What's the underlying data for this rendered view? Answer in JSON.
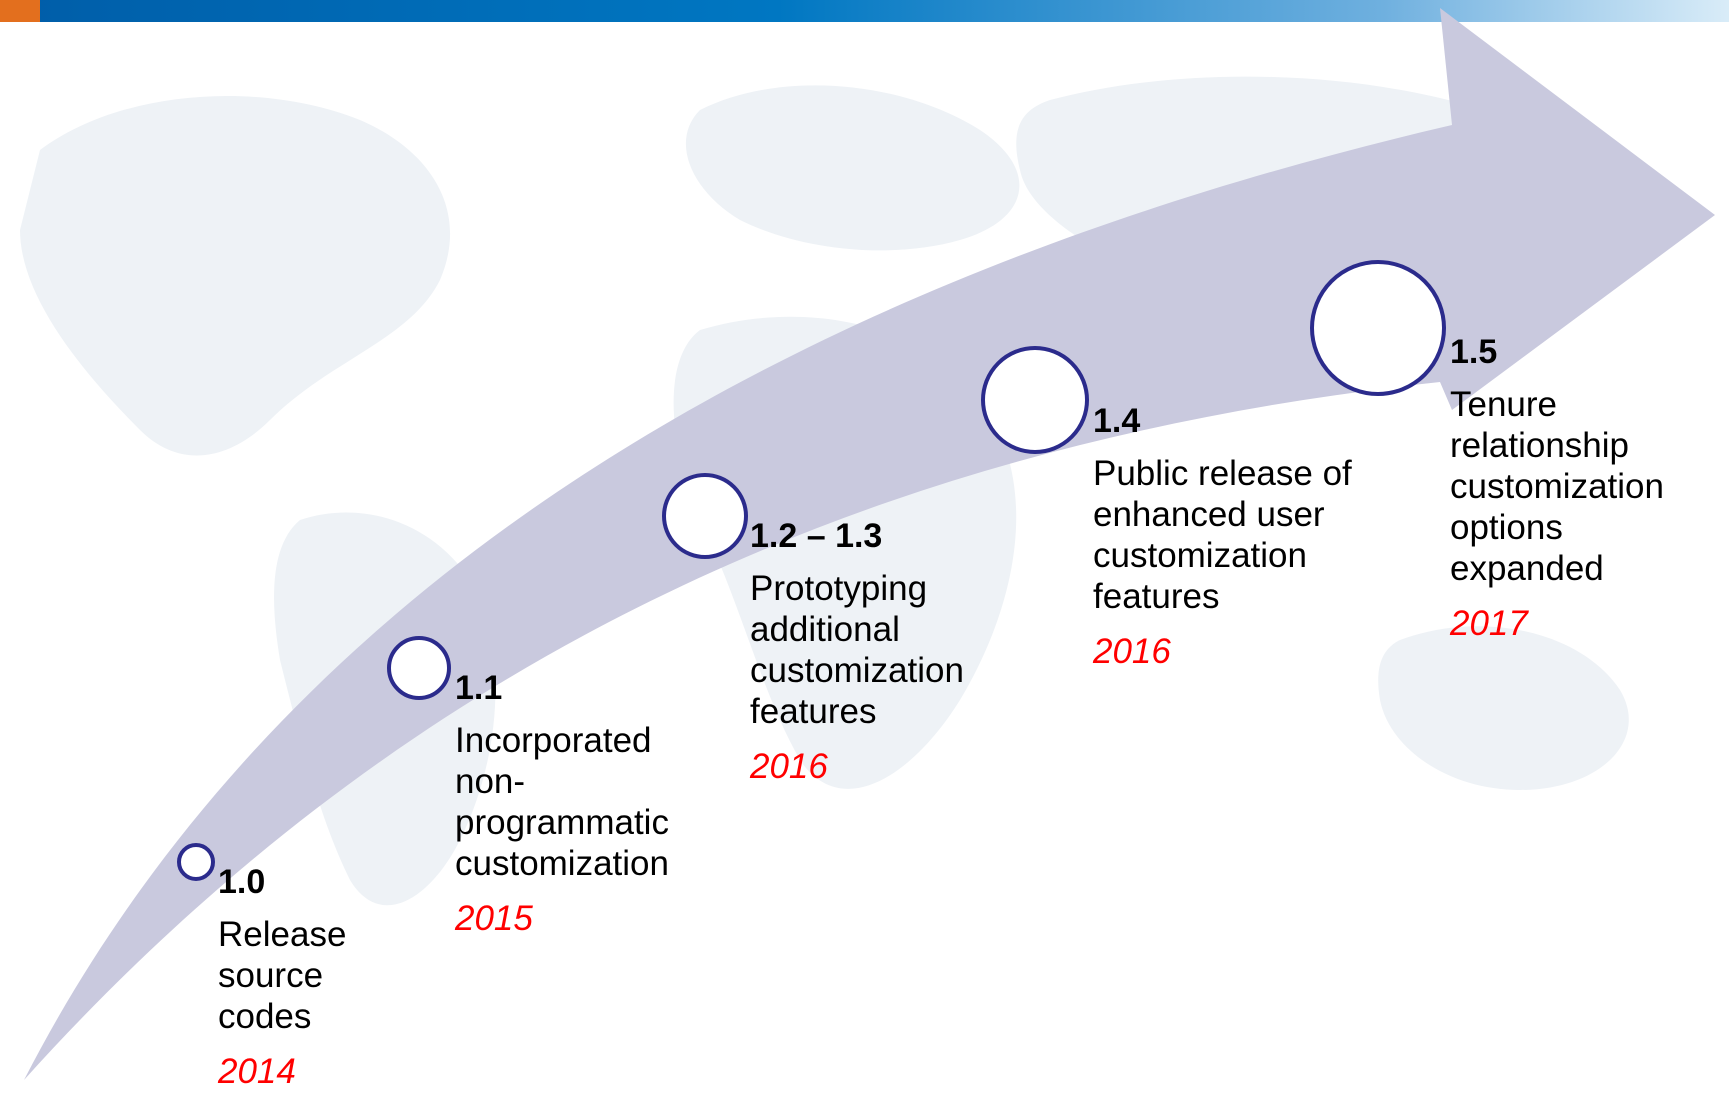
{
  "colors": {
    "arrow": "#c9c9de",
    "circle_stroke": "#2b2b8c",
    "year": "#ff0000",
    "top_bar": "#0077c2",
    "top_accent": "#e36f1e"
  },
  "milestones": [
    {
      "version": "1.0",
      "description": "Release source codes",
      "year": "2014"
    },
    {
      "version": "1.1",
      "description": "Incorporated non-programmatic customization",
      "year": "2015"
    },
    {
      "version": "1.2 – 1.3",
      "description": "Prototyping additional customization features",
      "year": "2016"
    },
    {
      "version": "1.4",
      "description": "Public release of enhanced user customization features",
      "year": "2016"
    },
    {
      "version": "1.5",
      "description": "Tenure relationship customization options expanded",
      "year": "2017"
    }
  ]
}
